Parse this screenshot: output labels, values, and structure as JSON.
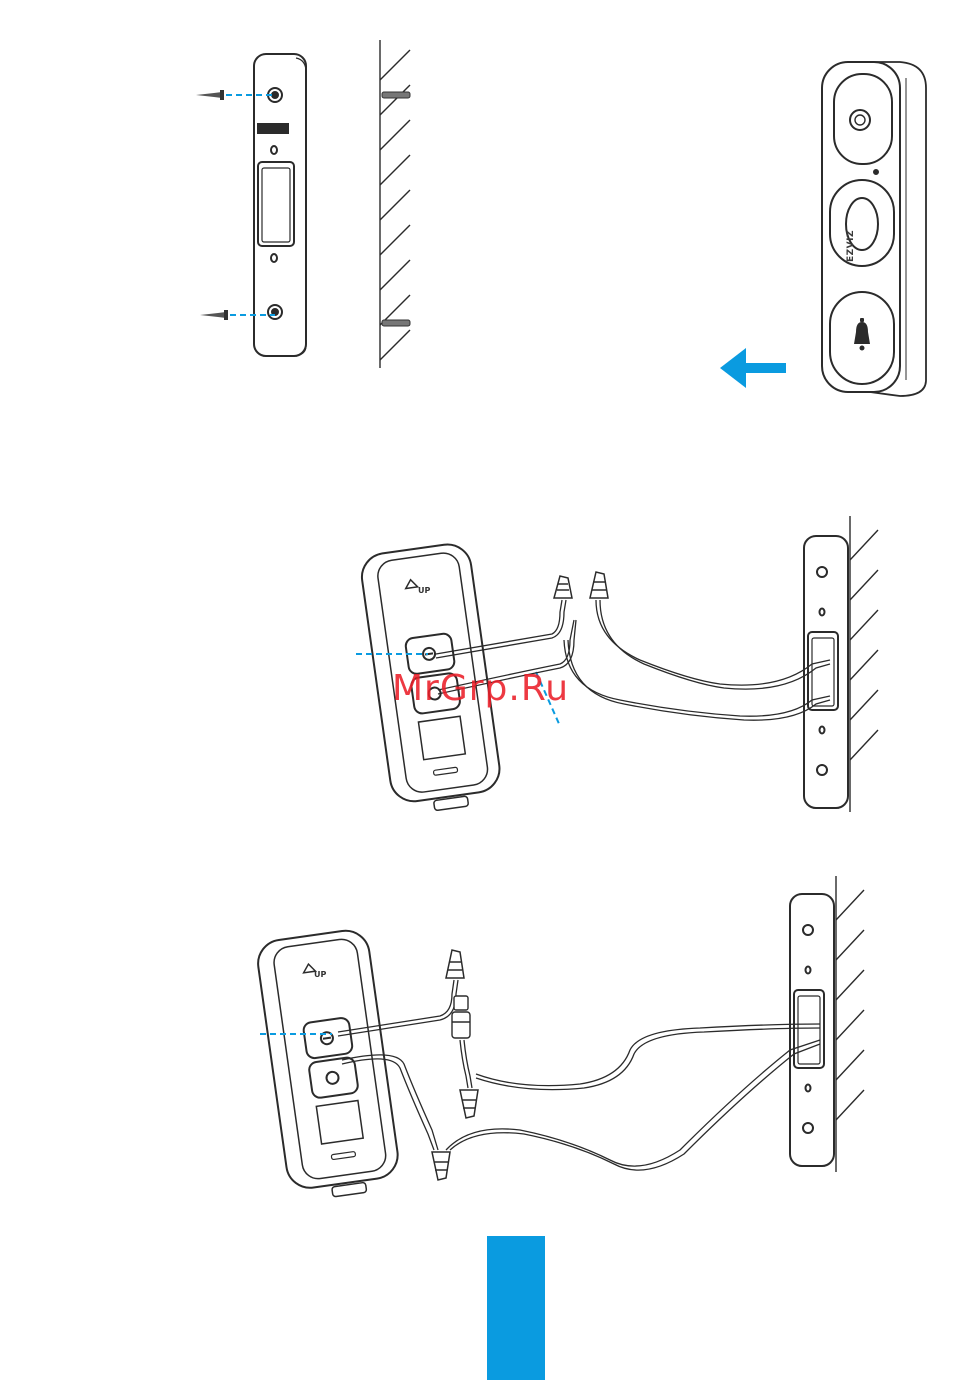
{
  "watermark": {
    "text": "MrGrp.Ru"
  },
  "device": {
    "brand_logo": "EZVIZ",
    "up_label": "UP"
  },
  "colors": {
    "accent": "#0a9be0",
    "line": "#2b2b2b",
    "watermark": "#eb1e28"
  },
  "icons": {
    "arrow": "arrow-left-icon",
    "bell": "bell-icon",
    "screw": "screw-icon",
    "wire_nut": "wire-nut-icon"
  }
}
